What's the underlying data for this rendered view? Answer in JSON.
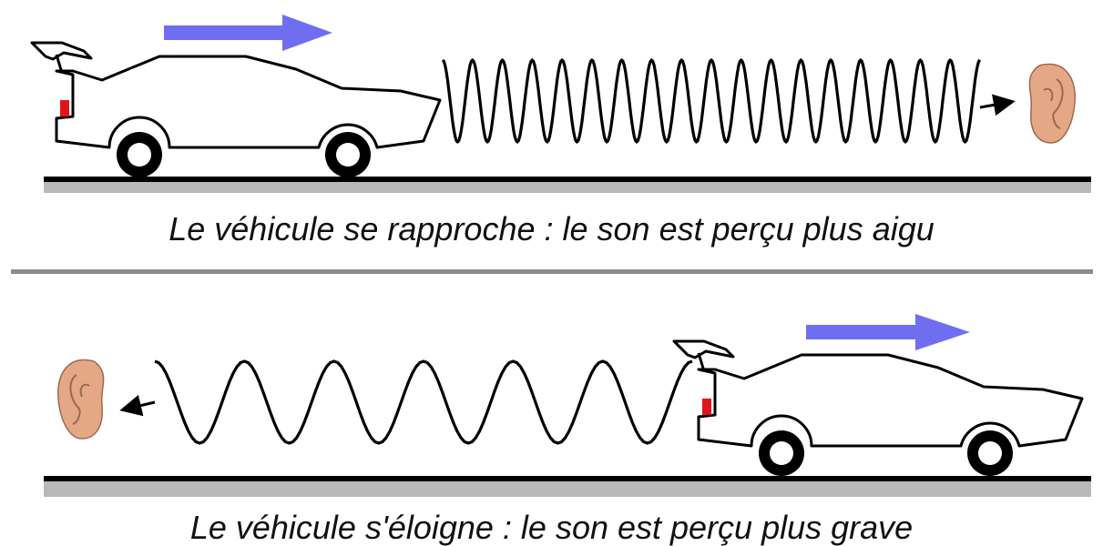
{
  "panels": [
    {
      "caption": "Le véhicule se rapproche : le son est perçu plus aigu",
      "wave": {
        "cycles": 18,
        "relative_wavelength": "short"
      },
      "motion_direction": "right",
      "listener": "ear-right"
    },
    {
      "caption": "Le véhicule s'éloigne : le son est perçu plus grave",
      "wave": {
        "cycles": 6,
        "relative_wavelength": "long"
      },
      "motion_direction": "right",
      "listener": "ear-left"
    }
  ],
  "colors": {
    "arrow": "#6f6ef0",
    "taillight": "#e0151b",
    "ear": "#e5a887",
    "ear_outline": "#9a6a4e",
    "road_line": "#000000",
    "road_shoulder": "#b9b9b9",
    "divider": "#8c8c8c",
    "ink": "#000000"
  }
}
